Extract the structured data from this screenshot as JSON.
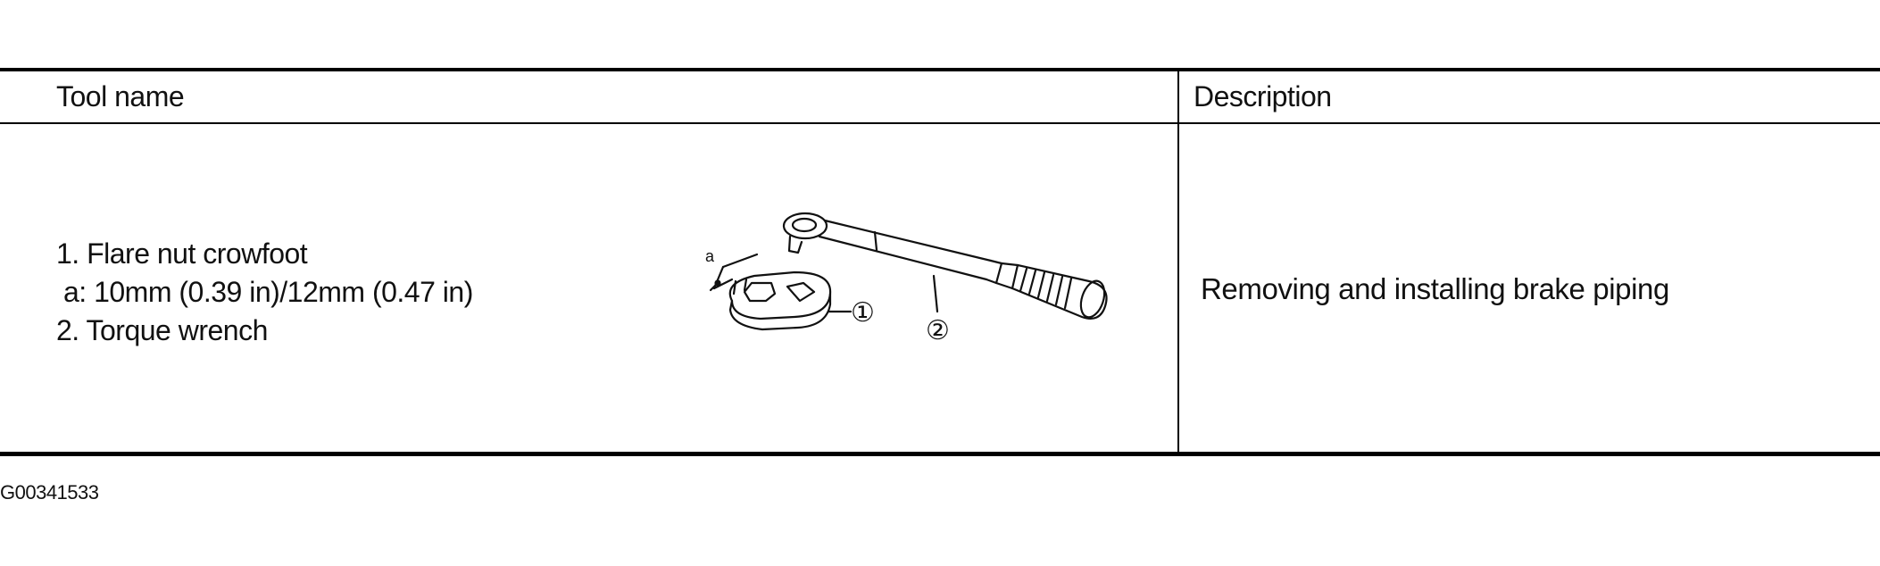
{
  "table": {
    "header": {
      "tool_name": "Tool name",
      "description": "Description"
    },
    "row": {
      "tool_lines": [
        "1. Flare nut crowfoot",
        "a: 10mm (0.39 in)/12mm (0.47 in)",
        "2. Torque wrench"
      ],
      "description": "Removing and installing brake piping",
      "illustration": {
        "callout_a": "a",
        "callout_1": "①",
        "callout_2": "②"
      }
    }
  },
  "figure_id": "G00341533"
}
